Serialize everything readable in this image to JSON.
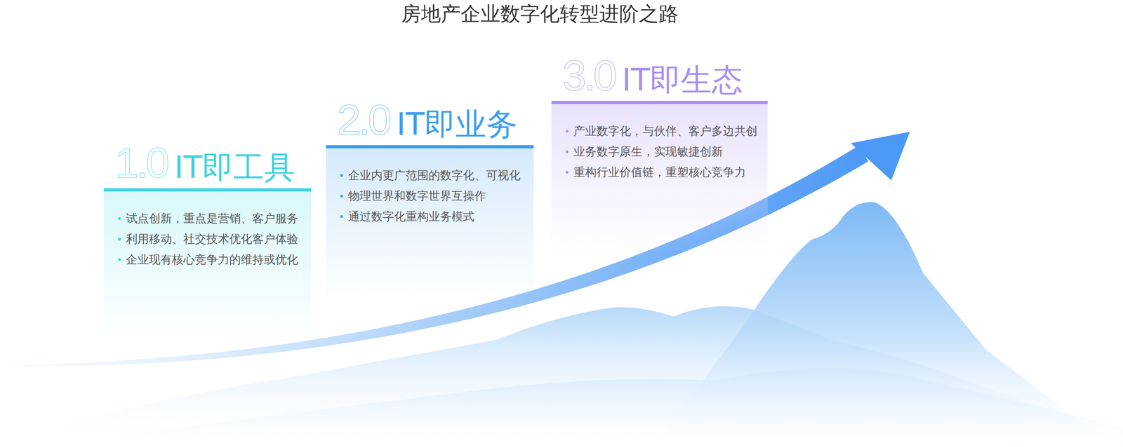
{
  "diagram": {
    "title": "房地产企业数字化转型进阶之路",
    "nodes": [
      {
        "text": [
          "1.0",
          "IT即工具",
          "试点创新，重点是营销、客户服务",
          "利用移动、社交技术优化客户体验",
          "企业现有核心竞争力的维持或优化"
        ]
      },
      {
        "text": [
          "2.0",
          "IT即业务",
          "企业内更广范围的数字化、可视化",
          "物理世界和数字世界互操作",
          "通过数字化重构业务模式"
        ]
      },
      {
        "text": [
          "3.0",
          "IT即生态",
          "产业数字化，与伙伴、客户多边共创",
          "业务数字原生，实现敏捷创新",
          "重构行业价值链，重塑核心竞争力"
        ]
      }
    ]
  }
}
